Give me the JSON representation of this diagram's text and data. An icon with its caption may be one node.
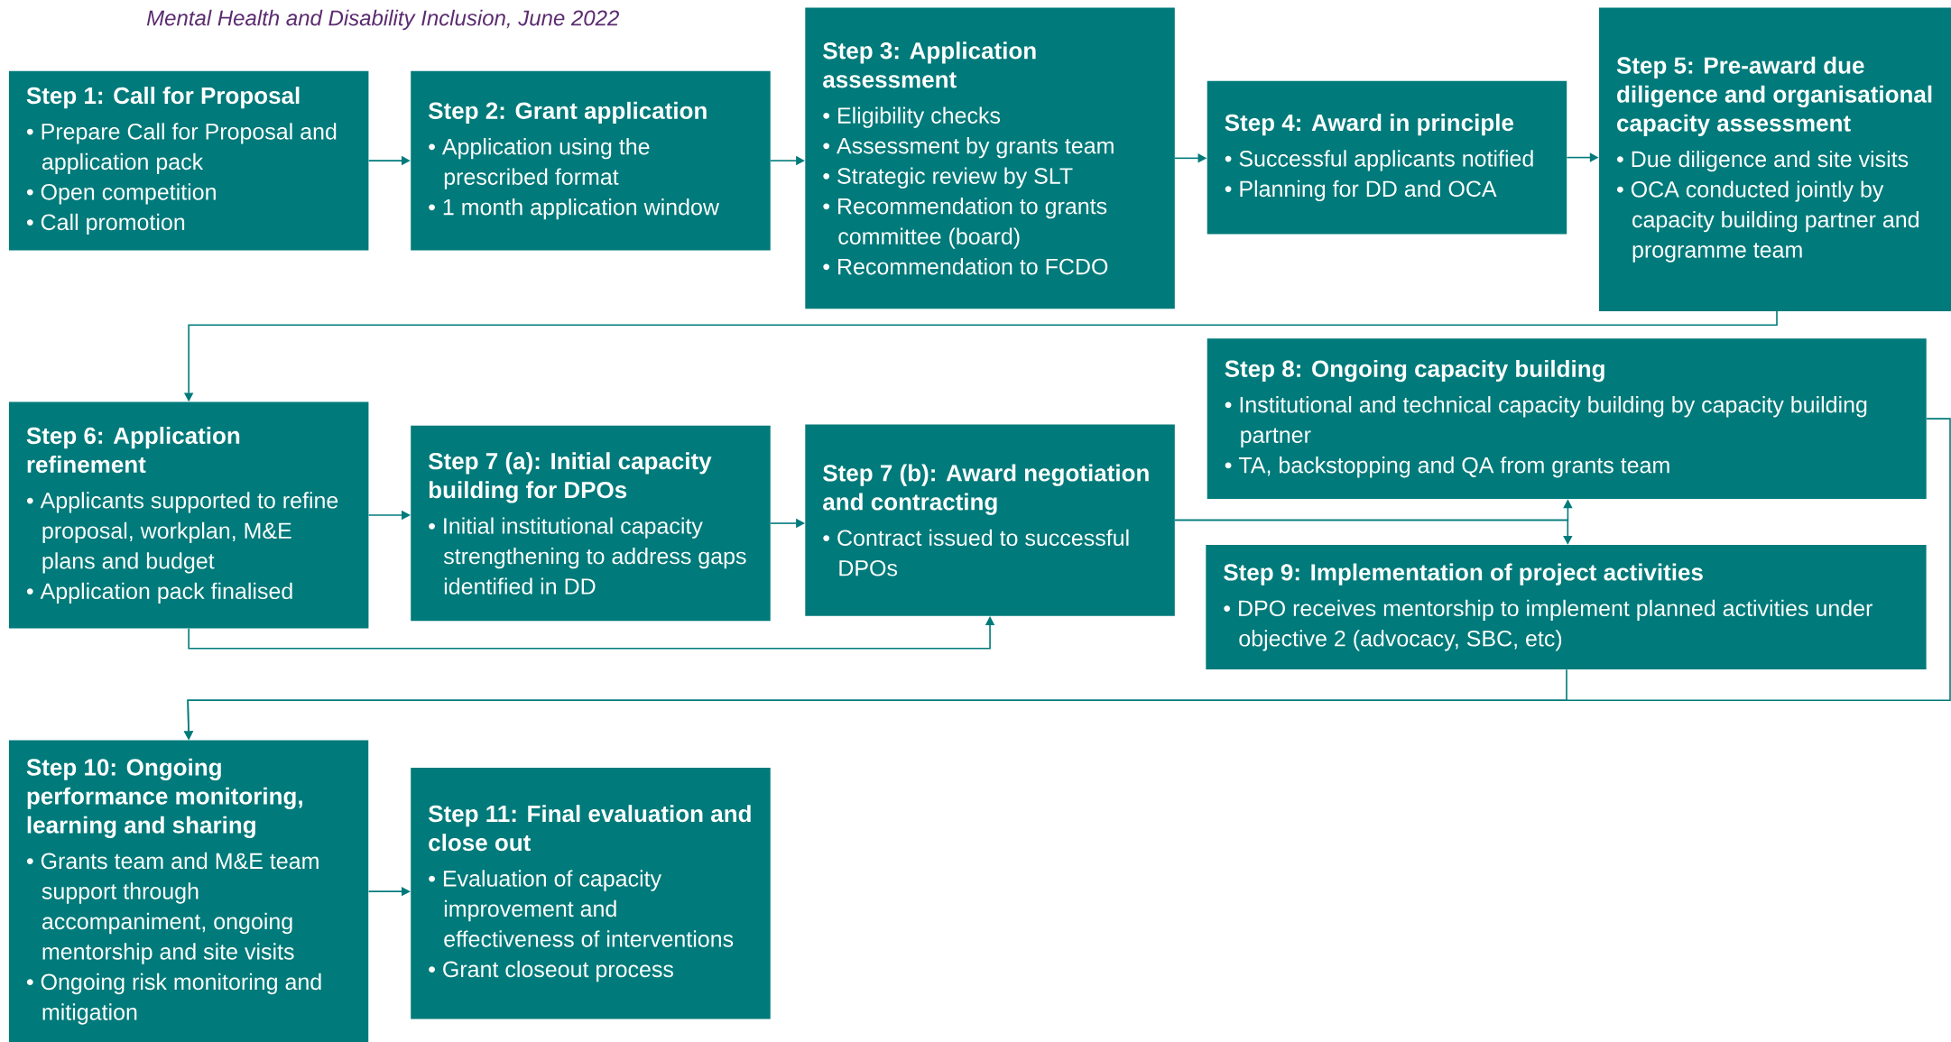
{
  "diagram": {
    "nodes": [
      {
        "text": [
          "Step 1: Call for Proposal",
          "• Prepare Call for Proposal and application pack",
          "• Open competition",
          "• Call promotion"
        ]
      },
      {
        "text": [
          "Step 2: Grant application",
          "• Application using the prescribed format",
          "• 1 month application window"
        ]
      },
      {
        "text": [
          "Step 3: Application assessment",
          "• Eligibility checks",
          "• Assessment by grants team",
          "• Strategic review by SLT",
          "• Recommendation to grants committee (board)",
          "• Recommendation to FCDO"
        ]
      },
      {
        "text": [
          "Step 4: Award in principle",
          "• Successful applicants notified",
          "• Planning for DD and OCA"
        ]
      },
      {
        "text": [
          "Step 5: Pre-award due diligence and organisational capacity assessment",
          "• Due diligence and site visits",
          "• OCA conducted jointly by capacity building partner and programme team"
        ]
      },
      {
        "text": [
          "Step 6: Application refinement",
          "• Applicants supported to refine proposal, workplan, M&E plans and budget",
          "• Application pack finalised"
        ]
      },
      {
        "text": [
          "Step 7 (a): Initial capacity building for DPOs",
          "• Initial institutional capacity strengthening to address gaps identified in DD"
        ]
      },
      {
        "text": [
          "Step 7 (b): Award negotiation and contracting",
          "• Contract issued to successful DPOs"
        ]
      },
      {
        "text": [
          "Step 8: Ongoing capacity building",
          "• Institutional and technical capacity building by capacity building partner",
          "• TA, backstopping and QA from grants team"
        ]
      },
      {
        "text": [
          "Step 9: Implementation of project activities",
          "• DPO receives mentorship to implement planned activities under objective 2 (advocacy, SBC, etc)"
        ]
      },
      {
        "text": [
          "Step 10: Ongoing performance monitoring, learning and sharing",
          "• Grants team and M&E team support through accompaniment, ongoing mentorship and site visits",
          "• Ongoing risk monitoring and mitigation"
        ]
      },
      {
        "text": [
          "Step 11: Final evaluation and close out",
          "• Evaluation of capacity improvement and effectiveness of interventions",
          "• Grant closeout process"
        ]
      }
    ],
    "edges": [
      {
        "from": 0,
        "to": 1,
        "arrow": "to"
      },
      {
        "from": 1,
        "to": 2,
        "arrow": "to"
      },
      {
        "from": 2,
        "to": 3,
        "arrow": "to"
      },
      {
        "from": 3,
        "to": 4,
        "arrow": "to"
      },
      {
        "from": 4,
        "to": 5,
        "arrow": "to"
      },
      {
        "from": 5,
        "to": 6,
        "arrow": "to"
      },
      {
        "from": 6,
        "to": 7,
        "arrow": "to"
      },
      {
        "from": 5,
        "to": 7,
        "arrow": "to"
      },
      {
        "from": 7,
        "to": 8,
        "arrow": "to"
      },
      {
        "from": 7,
        "to": 9,
        "arrow": "to"
      },
      {
        "from": 8,
        "to": 10,
        "arrow": "to"
      },
      {
        "from": 9,
        "to": 10,
        "arrow": "to"
      },
      {
        "from": 10,
        "to": 11,
        "arrow": "to"
      }
    ],
    "labels": [
      "Mental Health and Disability Inclusion, June 2022"
    ]
  }
}
